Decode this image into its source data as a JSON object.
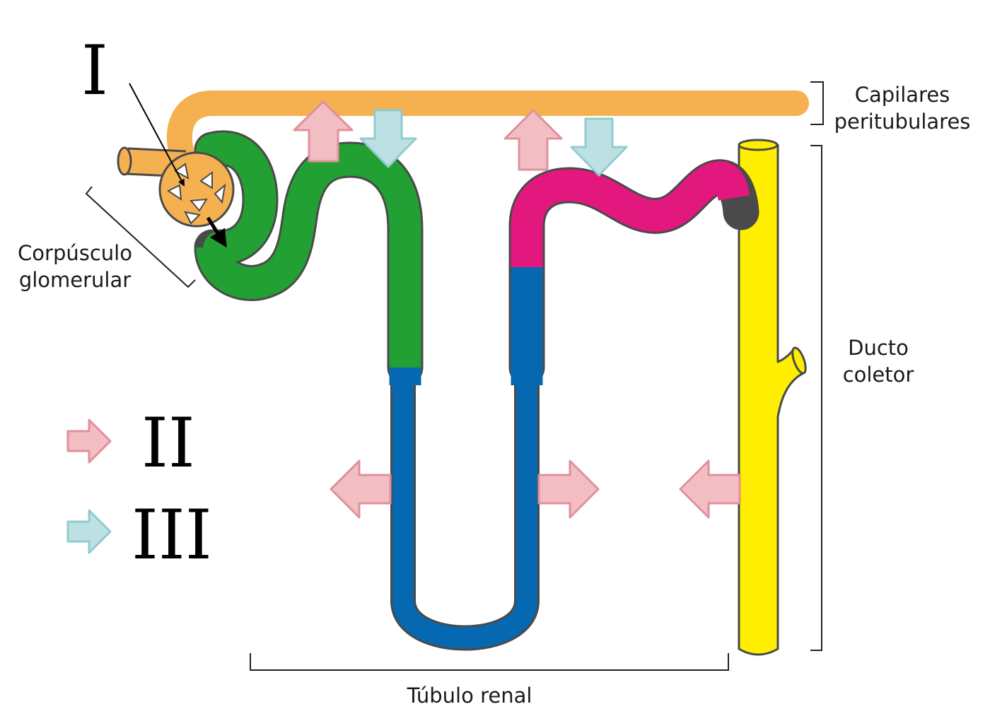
{
  "labels": {
    "roman_1": "I",
    "roman_2": "II",
    "roman_3": "III",
    "capilares_line1": "Capilares",
    "capilares_line2": "peritubulares",
    "corpusculo_line1": "Corpúsculo",
    "corpusculo_line2": "glomerular",
    "ducto_line1": "Ducto",
    "ducto_line2": "coletor",
    "tubulo": "Túbulo renal"
  },
  "colors": {
    "capillary": "#f5b050",
    "proximal_tubule": "#23a033",
    "loop_of_henle": "#0568b0",
    "distal_tubule": "#e3187f",
    "collecting_duct": "#ffee00",
    "arrow_pink_fill": "#f2bec4",
    "arrow_pink_stroke": "#e0909a",
    "arrow_cyan_fill": "#bde1e3",
    "arrow_cyan_stroke": "#8fcbd0",
    "outline": "#4a4a4a"
  },
  "legend": [
    {
      "arrow": "pink-right",
      "label_key": "roman_2"
    },
    {
      "arrow": "cyan-right",
      "label_key": "roman_3"
    }
  ]
}
